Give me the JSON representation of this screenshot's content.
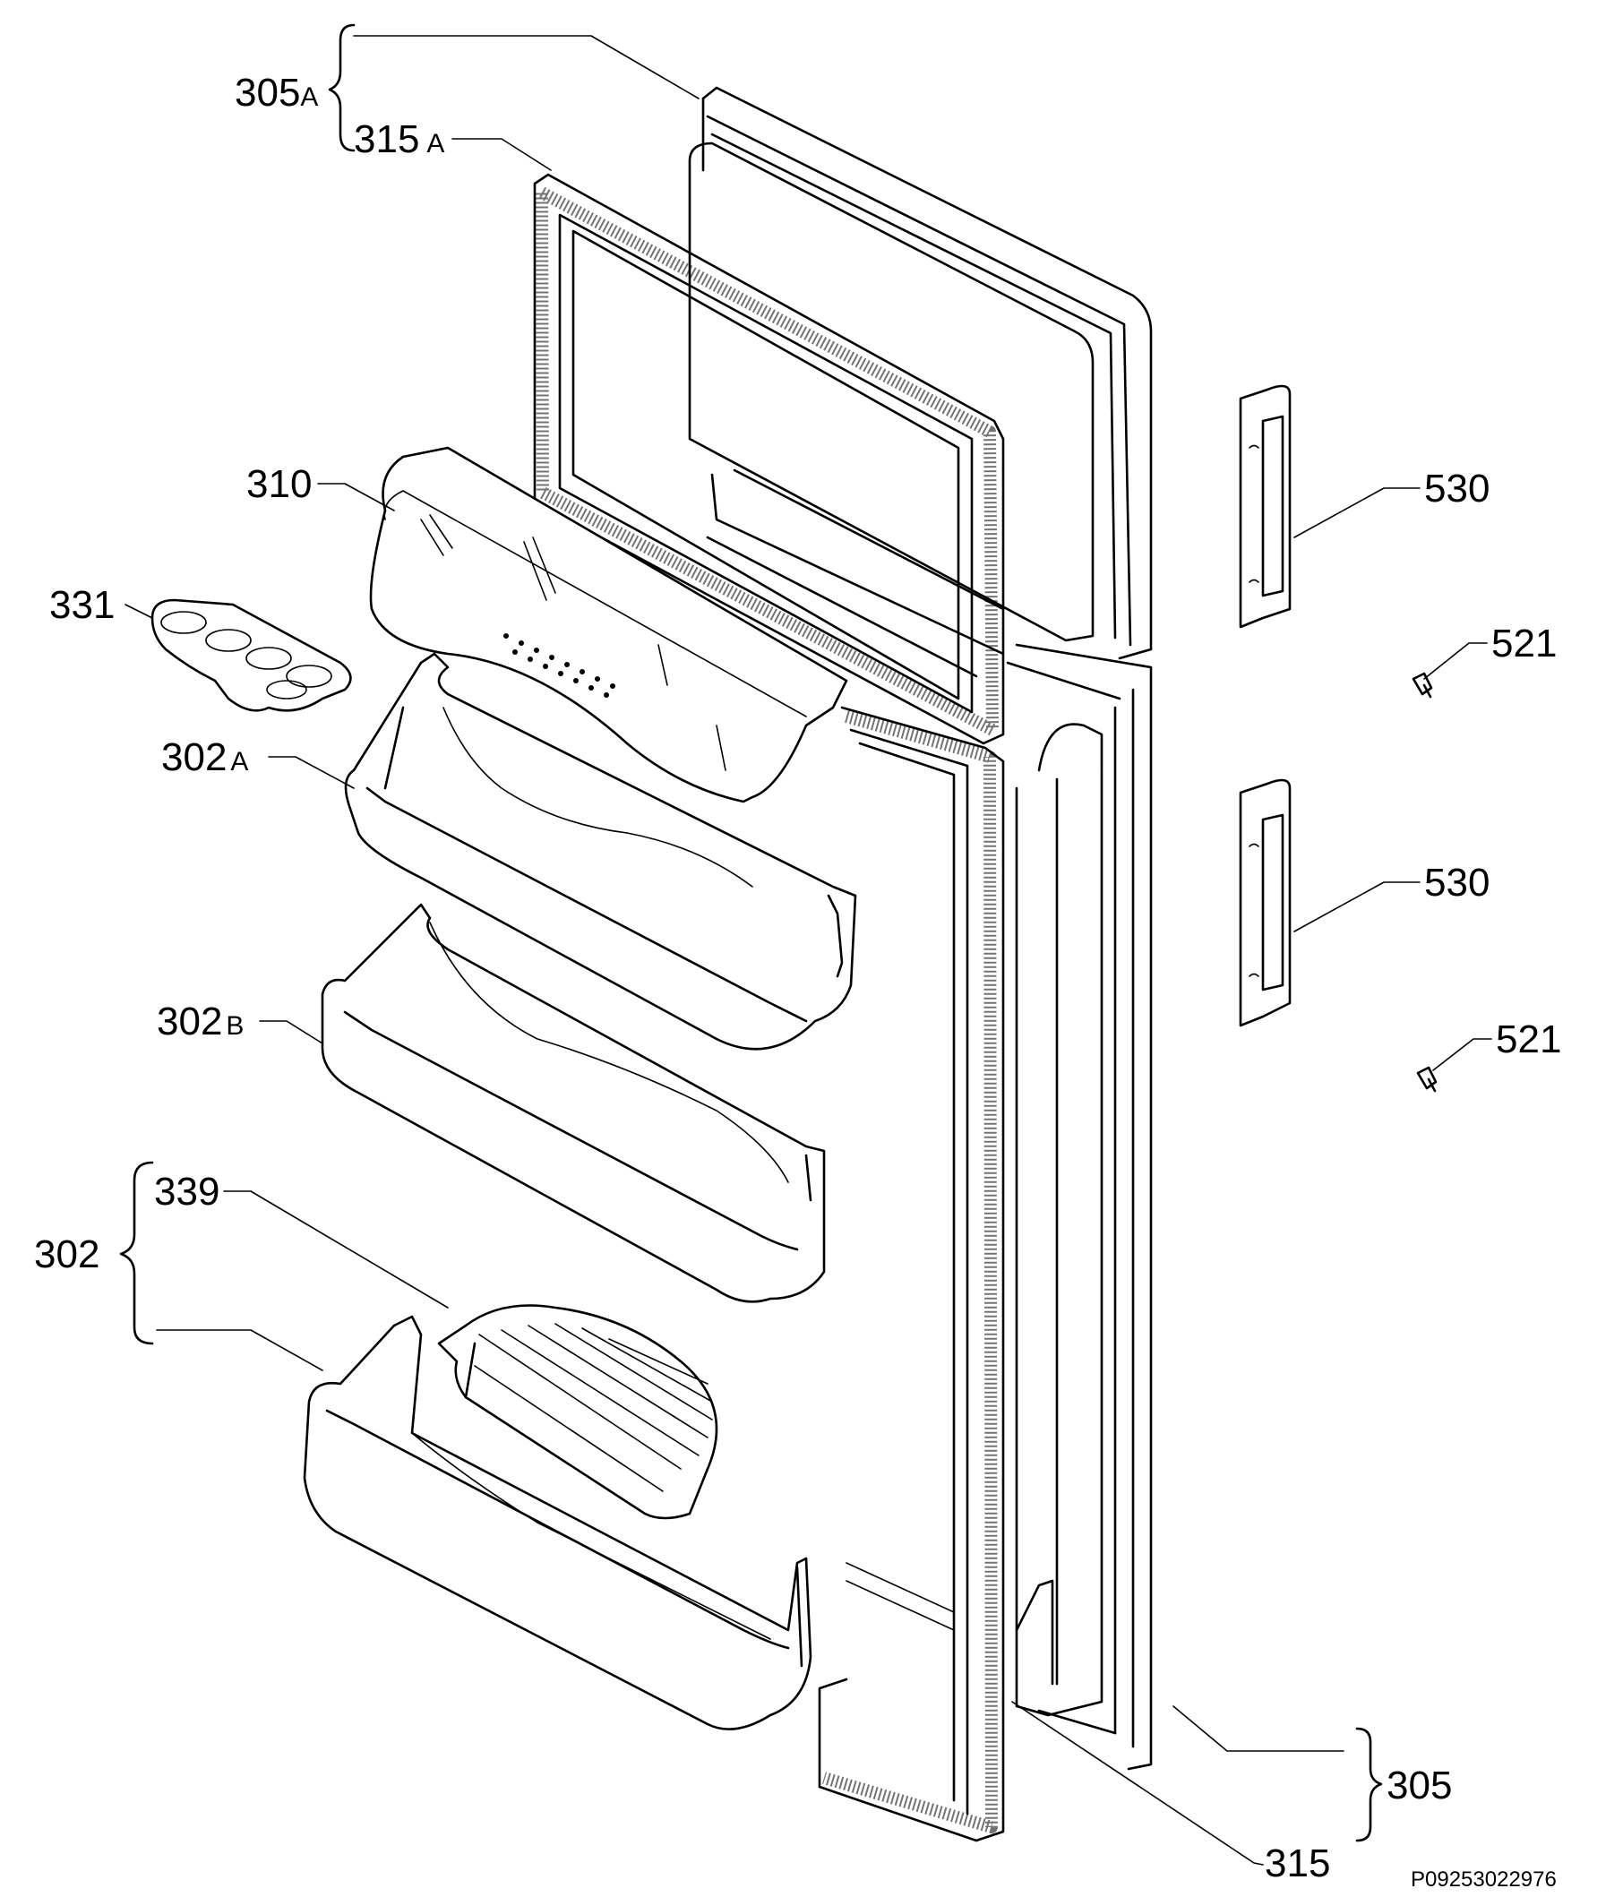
{
  "diagram": {
    "labels": {
      "part_305a": "305",
      "part_305a_sub": "A",
      "part_315a": "315",
      "part_315a_sub": "A",
      "part_310": "310",
      "part_331": "331",
      "part_302a": "302",
      "part_302a_sub": "A",
      "part_302b": "302",
      "part_302b_sub": "B",
      "part_339": "339",
      "part_302": "302",
      "part_530_upper": "530",
      "part_530_lower": "530",
      "part_521_upper": "521",
      "part_521_lower": "521",
      "part_305": "305",
      "part_315": "315"
    },
    "image_code": "P09253022976"
  }
}
